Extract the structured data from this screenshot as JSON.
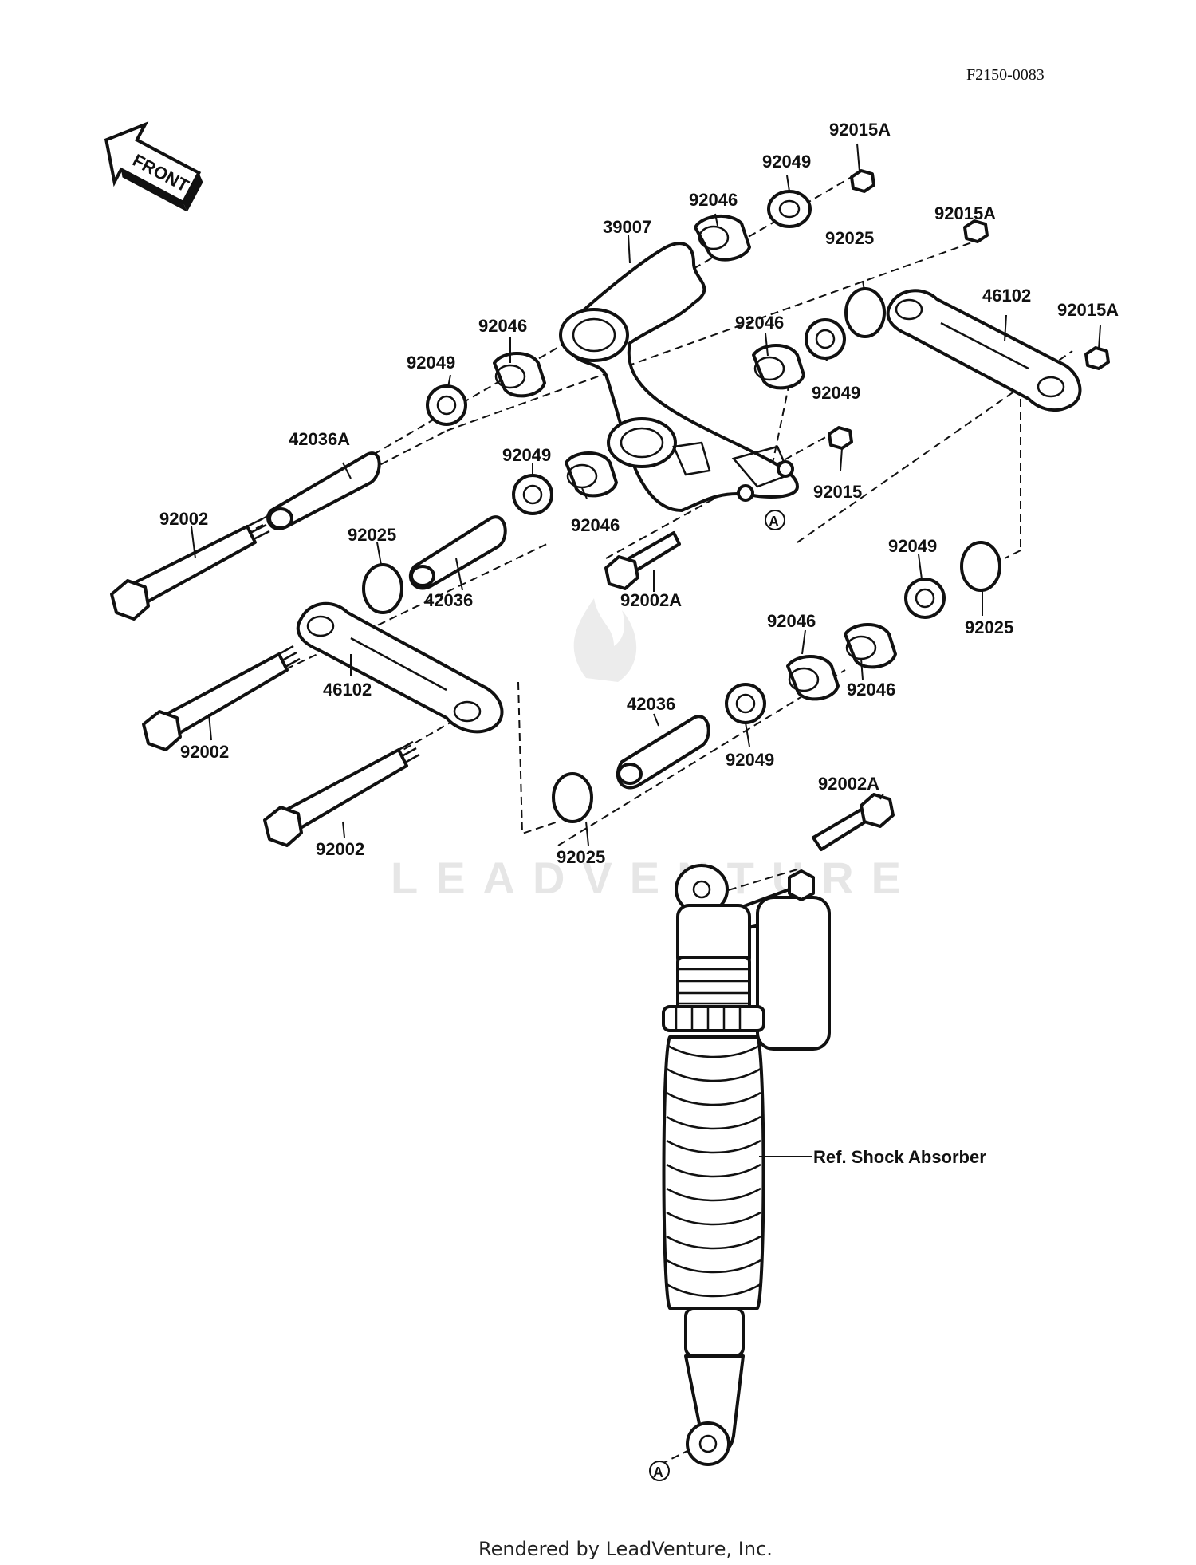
{
  "drawing_code": "F2150-0083",
  "front_arrow_label": "FRONT",
  "reference_marker": "A",
  "ref_label": "Ref. Shock Absorber",
  "watermark_text": "LEADVENTURE",
  "footer": "Rendered by LeadVenture, Inc.",
  "callouts": [
    {
      "id": "c01",
      "text": "92015A"
    },
    {
      "id": "c02",
      "text": "92049"
    },
    {
      "id": "c03",
      "text": "92046"
    },
    {
      "id": "c04",
      "text": "39007"
    },
    {
      "id": "c05",
      "text": "92015A"
    },
    {
      "id": "c06",
      "text": "92025"
    },
    {
      "id": "c07",
      "text": "46102"
    },
    {
      "id": "c08",
      "text": "92015A"
    },
    {
      "id": "c09",
      "text": "92046"
    },
    {
      "id": "c10",
      "text": "92046"
    },
    {
      "id": "c11",
      "text": "92049"
    },
    {
      "id": "c12",
      "text": "92049"
    },
    {
      "id": "c13",
      "text": "42036A"
    },
    {
      "id": "c14",
      "text": "92049"
    },
    {
      "id": "c15",
      "text": "92015"
    },
    {
      "id": "c16",
      "text": "92002"
    },
    {
      "id": "c17",
      "text": "92046"
    },
    {
      "id": "c18",
      "text": "92025"
    },
    {
      "id": "c19",
      "text": "42036"
    },
    {
      "id": "c20",
      "text": "92002A"
    },
    {
      "id": "c21",
      "text": "92049"
    },
    {
      "id": "c22",
      "text": "92025"
    },
    {
      "id": "c23",
      "text": "92046"
    },
    {
      "id": "c24",
      "text": "46102"
    },
    {
      "id": "c25",
      "text": "92046"
    },
    {
      "id": "c26",
      "text": "42036"
    },
    {
      "id": "c27",
      "text": "92002"
    },
    {
      "id": "c28",
      "text": "92049"
    },
    {
      "id": "c29",
      "text": "92002A"
    },
    {
      "id": "c30",
      "text": "92002"
    },
    {
      "id": "c31",
      "text": "92025"
    }
  ],
  "colors": {
    "ink": "#111111",
    "watermark": "#e6e6e6"
  }
}
